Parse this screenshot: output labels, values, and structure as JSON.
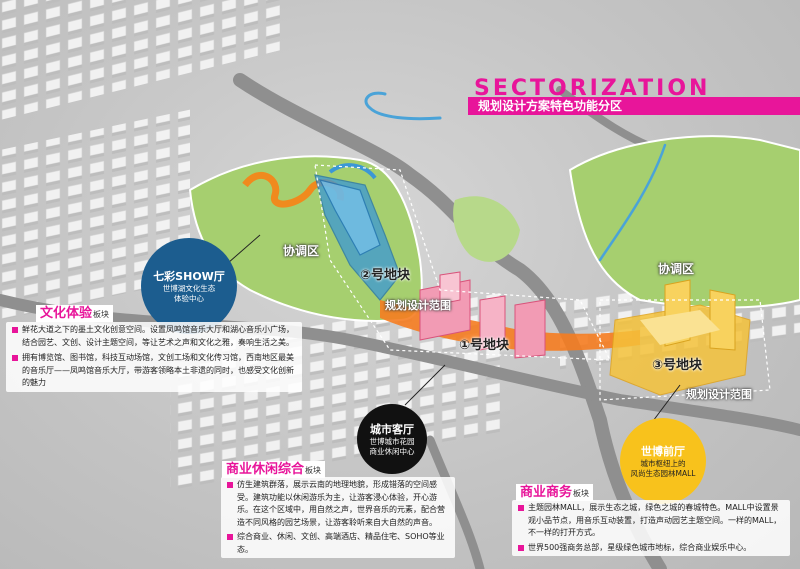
{
  "header": {
    "title_en": "SECTORIZATION",
    "title_cn": "规划设计方案特色功能分区"
  },
  "zones": {
    "coord_left": "协调区",
    "coord_right": "协调区",
    "plot1": "①号地块",
    "plot2": "②号地块",
    "plot3": "③号地块",
    "range_left": "规划设计范围",
    "range_right": "规划设计范围"
  },
  "circles": {
    "qicai": {
      "title": "七彩SHOW厅",
      "line1": "世博湖文化生态",
      "line2": "体验中心"
    },
    "keting": {
      "title": "城市客厅",
      "line1": "世博城市花园",
      "line2": "商业休闲中心"
    },
    "qianting": {
      "title": "世博前厅",
      "line1": "城市枢纽上的",
      "line2": "风尚生态园林MALL"
    }
  },
  "panels": {
    "culture": {
      "title": "文化体验",
      "suffix": "板块",
      "items": [
        "鲜花大道之下的墨土文化创意空间。设置凤鸣馆音乐大厅和湖心音乐小广场，结合园艺、文创、设计主题空间，等让艺术之声和文化之雅，奏响生活之美。",
        "拥有博览馆、图书馆，科技互动场馆，文创工场和文化传习馆，西南地区最美的音乐厅——凤鸣馆音乐大厅，带游客领略本土非遗的同时，也感受文化创新的魅力"
      ]
    },
    "leisure": {
      "title": "商业休闲综合",
      "suffix": "板块",
      "items": [
        "仿生建筑群落，展示云南的地理地貌，形成错落的空间感受。建筑功能以休闲游乐为主，让游客浸心体验，开心游乐。在这个区域中，用自然之声，世界音乐的元素，配合营造不同风格的园艺场景，让游客聆听来自大自然的声音。",
        "综合商业、休闲、文创、高端酒店、精品住宅、SOHO等业态。"
      ]
    },
    "business": {
      "title": "商业商务",
      "suffix": "板块",
      "items": [
        "主题园林MALL，展示生态之城，绿色之城的春城特色。MALL中设置景观小品节点，用音乐互动装置，打造声动园艺主题空间。一样的MALL，不一样的打开方式。",
        "世界500强商务总部，星级绿色城市地标，综合商业娱乐中心。"
      ]
    }
  }
}
